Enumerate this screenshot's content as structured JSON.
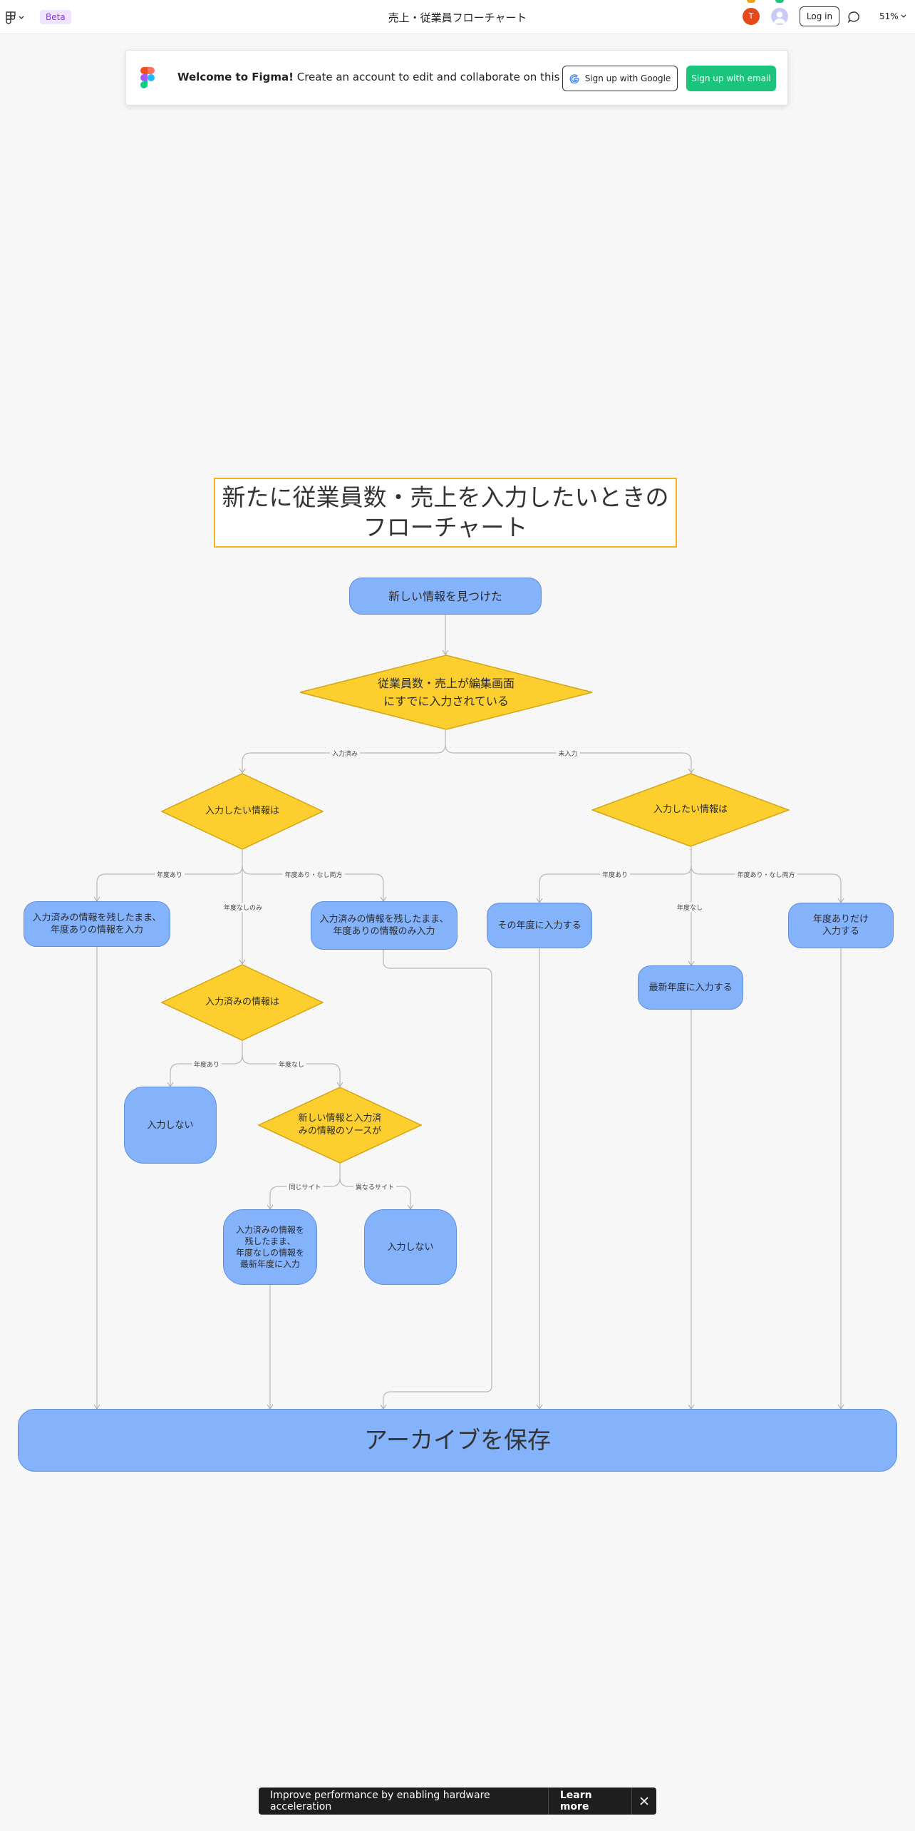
{
  "header": {
    "beta_label": "Beta",
    "doc_title": "売上・従業員フローチャート",
    "user_initial": "T",
    "login_label": "Log in",
    "zoom_level": "51%"
  },
  "banner": {
    "title": "Welcome to Figma!",
    "message": "Create an account to edit and collaborate on this file.",
    "google_label": "Sign up with Google",
    "email_label": "Sign up with email"
  },
  "flowchart": {
    "title": "新たに従業員数・売上を入力したいときの\nフローチャート",
    "start": "新しい情報を見つけた",
    "decision_main": "従業員数・売上が編集画面\nにすでに入力されている",
    "label_entered": "入力済み",
    "label_not_entered": "未入力",
    "decision_left": "入力したい情報は",
    "decision_right": "入力したい情報は",
    "label_year_yes_l": "年度あり",
    "label_year_only_none": "年度なしのみ",
    "label_year_both_l": "年度あり・なし両方",
    "node_keep_add_year": "入力済みの情報を残したまま、\n年度ありの情報を入力",
    "node_keep_add_year_only": "入力済みの情報を残したまま、\n年度ありの情報のみ入力",
    "decision_existing": "入力済みの情報は",
    "label_ex_year_yes": "年度あり",
    "label_ex_year_no": "年度なし",
    "node_no_input_1": "入力しない",
    "decision_source": "新しい情報と入力済\nみの情報のソースが",
    "label_same_site": "同じサイト",
    "label_diff_site": "異なるサイト",
    "node_keep_latest": "入力済みの情報を\n残したまま、\n年度なしの情報を\n最新年度に入力",
    "node_no_input_2": "入力しない",
    "label_year_yes_r": "年度あり",
    "label_year_no_r": "年度なし",
    "label_year_both_r": "年度あり・なし両方",
    "node_input_that_year": "その年度に入力する",
    "node_input_latest": "最新年度に入力する",
    "node_year_only": "年度ありだけ\n入力する",
    "archive": "アーカイブを保存"
  },
  "toast": {
    "message": "Improve performance by enabling hardware acceleration",
    "learn_label": "Learn more"
  }
}
